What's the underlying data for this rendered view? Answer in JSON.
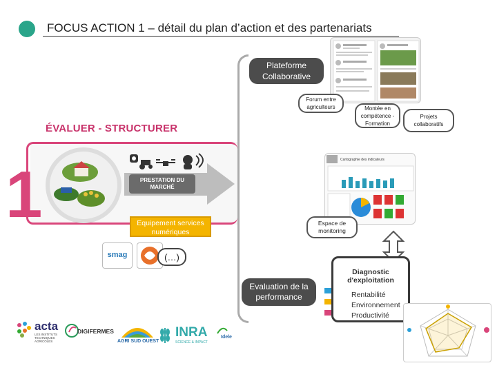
{
  "header": {
    "title": "FOCUS ACTION 1 – détail du plan d’action et des partenariats"
  },
  "colors": {
    "accent_green": "#2aa58a",
    "accent_pink": "#d9457a",
    "equip_yellow": "#f4b400",
    "dark_bubble": "#4c4c4c"
  },
  "bubbles": {
    "plateforme": "Plateforme Collaborative",
    "forum": "Forum entre agriculteurs",
    "montee": "Montée en compétence - Formation",
    "projets": "Projets collaboratifs",
    "monitoring": "Espace de monitoring",
    "evaluation": "Evaluation de la performance"
  },
  "left": {
    "section_title": "ÉVALUER - STRUCTURER",
    "number": "1",
    "prestation": "PRESTATION DU MARCHÉ",
    "equipement": "Equipement services numériques",
    "etc": "(…)"
  },
  "dashboard": {
    "caption": "Cartographie des indicateurs"
  },
  "diagnostic": {
    "heading": "Diagnostic d'exploitation",
    "items": [
      "Rentabilité",
      "Environnement",
      "Productivité"
    ],
    "tick_colors": [
      "#2ca0d8",
      "#f4b400",
      "#d9457a"
    ]
  },
  "logos": {
    "smag": "smag",
    "acta": "acta",
    "acta_sub": "LES INSTITUTS TECHNIQUES AGRICOLES",
    "digifermes": "DIGIFERMES",
    "agrisudouest": "AGRI SUD OUEST",
    "inra": "INRA",
    "inra_sub": "SCIENCE & IMPACT",
    "idele": "Idele"
  },
  "icons": [
    "sheep-icon",
    "tractor-icon",
    "drone-icon",
    "person-icon",
    "wifi-icon"
  ]
}
